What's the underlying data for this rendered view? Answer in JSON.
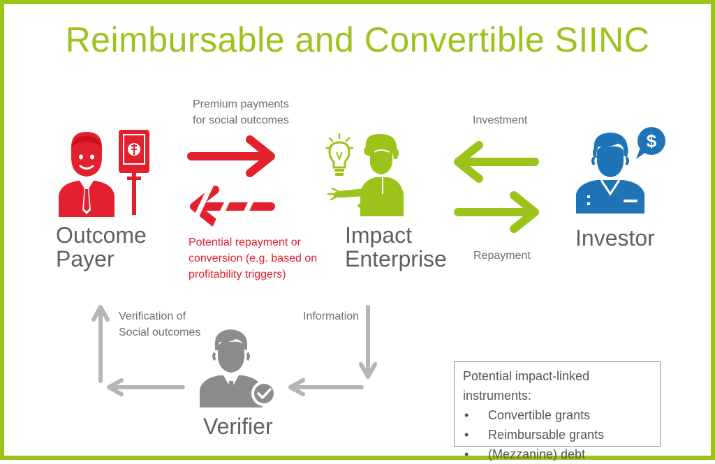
{
  "title": "Reimbursable and Convertible SIINC",
  "actors": {
    "outcome_payer": [
      "Outcome",
      "Payer"
    ],
    "impact_enterprise": [
      "Impact",
      "Enterprise"
    ],
    "investor": "Investor",
    "verifier": "Verifier"
  },
  "flows": {
    "premium_payments": [
      "Premium payments",
      "for social outcomes"
    ],
    "potential_repayment": [
      "Potential repayment or",
      "conversion (e.g. based on",
      "profitability triggers)"
    ],
    "investment": "Investment",
    "repayment": "Repayment",
    "verification": [
      "Verification of",
      "Social outcomes"
    ],
    "information": "Information"
  },
  "instruments_box": {
    "heading": "Potential impact-linked instruments:",
    "items": [
      "Convertible grants",
      "Reimbursable grants",
      "(Mezzanine) debt"
    ]
  },
  "icons": {
    "outcome_payer": "person-with-money-sign-icon",
    "impact_enterprise": "person-with-lightbulb-icon",
    "investor": "person-with-dollar-bubble-icon",
    "verifier": "person-with-checkmark-icon",
    "dollar_symbol": "$"
  },
  "colors": {
    "green": "#9bc31a",
    "red": "#e3202e",
    "blue": "#1f73b7",
    "gray": "#8c8c8c",
    "light_gray": "#b5b5b5"
  }
}
